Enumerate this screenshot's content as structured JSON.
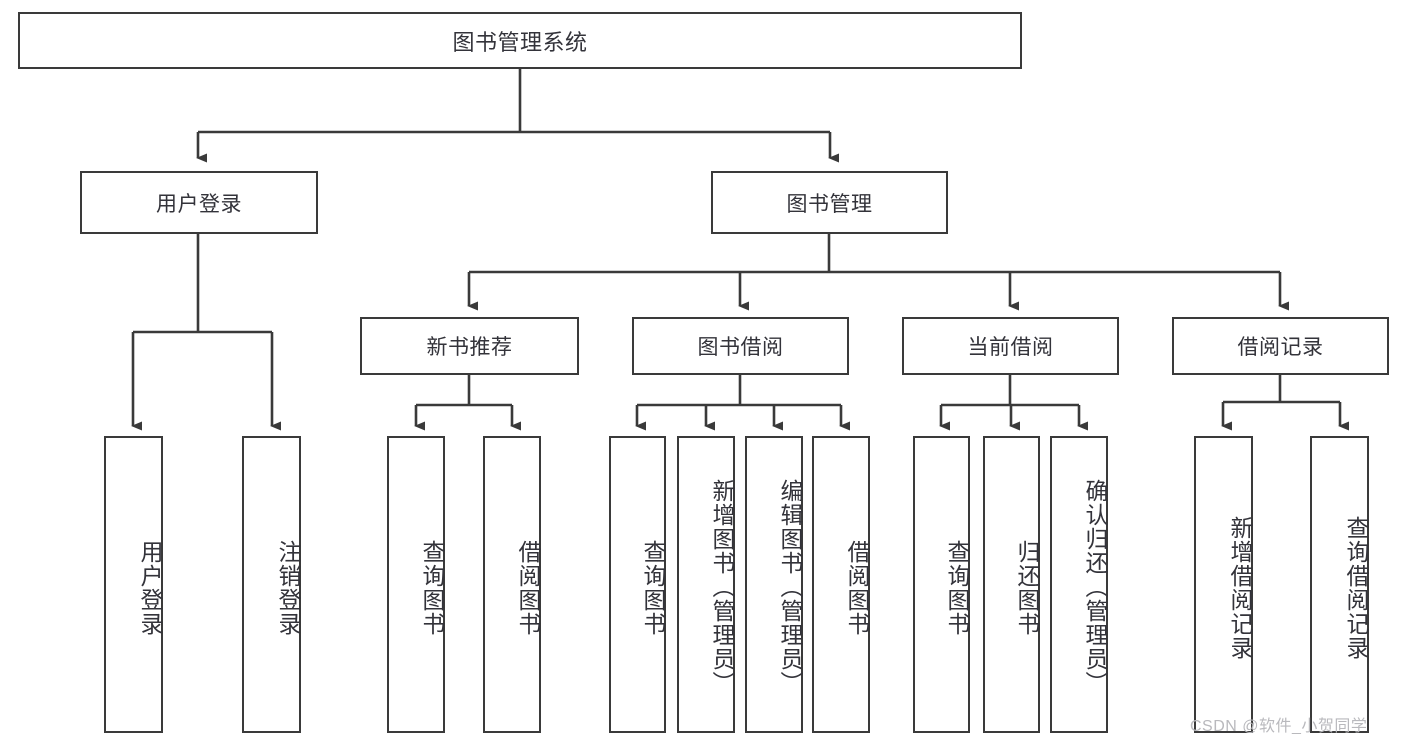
{
  "diagram": {
    "title": "图书管理系统",
    "type": "hierarchy-tree",
    "colors": {
      "box_border": "#3a3a3a",
      "box_fill": "#ffffff",
      "line": "#3a3a3a",
      "text": "#33333a",
      "watermark": "#b9b9bd",
      "background": "#ffffff"
    },
    "levels": {
      "level1": [
        "图书管理系统"
      ],
      "level2": [
        "用户登录",
        "图书管理"
      ],
      "level3": [
        "新书推荐",
        "图书借阅",
        "当前借阅",
        "借阅记录"
      ],
      "level4": [
        "用户登录",
        "注销登录",
        "查询图书",
        "借阅图书",
        "查询图书",
        "新增图书（管理员）",
        "编辑图书（管理员）",
        "借阅图书",
        "查询图书",
        "归还图书",
        "确认归还（管理员）",
        "新增借阅记录",
        "查询借阅记录"
      ]
    },
    "nodes": {
      "root": {
        "label": "图书管理系统"
      },
      "user_login": {
        "label": "用户登录"
      },
      "book_mgmt": {
        "label": "图书管理"
      },
      "new_book_rec": {
        "label": "新书推荐"
      },
      "book_borrow": {
        "label": "图书借阅"
      },
      "current_borrow": {
        "label": "当前借阅"
      },
      "borrow_record": {
        "label": "借阅记录"
      },
      "leaf_user_login": {
        "label": "用户登录"
      },
      "leaf_logout": {
        "label": "注销登录"
      },
      "leaf_query_book_a": {
        "label": "查询图书"
      },
      "leaf_borrow_book_a": {
        "label": "借阅图书"
      },
      "leaf_query_book_b": {
        "label": "查询图书"
      },
      "leaf_add_book": {
        "label": "新增图书（管理员）"
      },
      "leaf_edit_book": {
        "label": "编辑图书（管理员）"
      },
      "leaf_borrow_book_b": {
        "label": "借阅图书"
      },
      "leaf_query_book_c": {
        "label": "查询图书"
      },
      "leaf_return_book": {
        "label": "归还图书"
      },
      "leaf_confirm_return": {
        "label": "确认归还（管理员）"
      },
      "leaf_add_record": {
        "label": "新增借阅记录"
      },
      "leaf_query_record": {
        "label": "查询借阅记录"
      }
    },
    "watermark": "CSDN @软件_小贺同学"
  }
}
